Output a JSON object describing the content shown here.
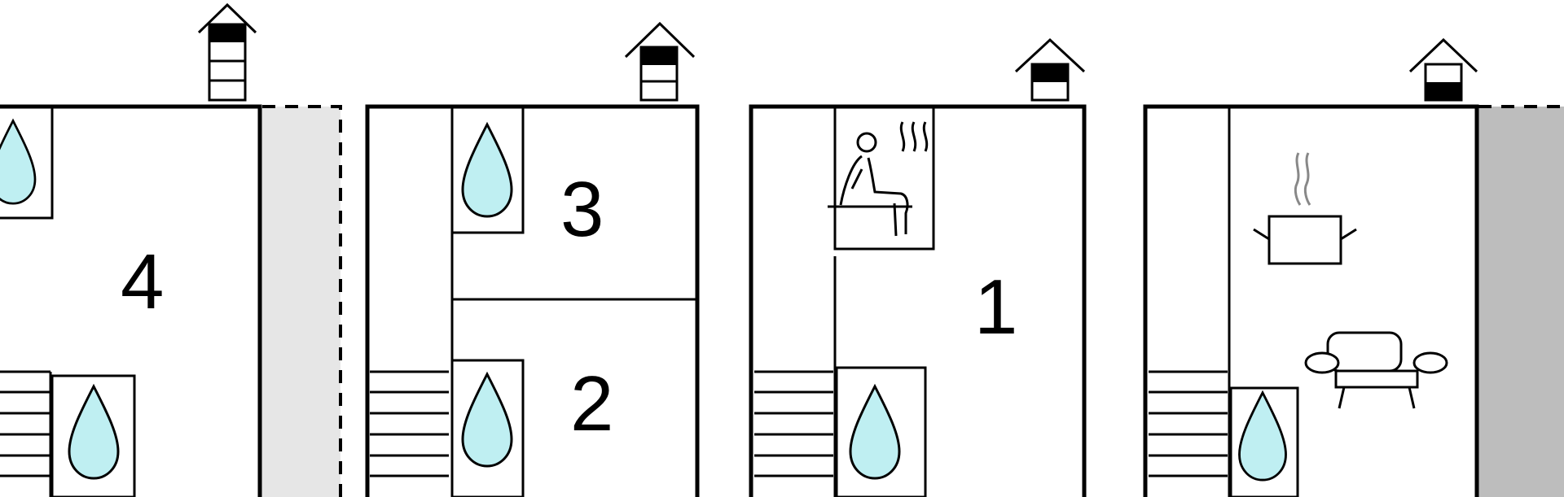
{
  "floors": [
    {
      "room_label": "4",
      "level_icon": "house-level-icon-top",
      "icons": [
        "water-drop-icon",
        "water-drop-icon",
        "stairs-icon"
      ]
    },
    {
      "room_labels": [
        "3",
        "2"
      ],
      "level_icon": "house-level-icon-upper",
      "icons": [
        "water-drop-icon",
        "water-drop-icon",
        "stairs-icon"
      ]
    },
    {
      "room_label": "1",
      "level_icon": "house-level-icon-middle",
      "icons": [
        "sauna-icon",
        "water-drop-icon",
        "stairs-icon"
      ]
    },
    {
      "level_icon": "house-level-icon-ground",
      "icons": [
        "cooking-pot-icon",
        "sofa-icon",
        "water-drop-icon",
        "stairs-icon"
      ]
    }
  ],
  "colors": {
    "water": "#bfeff2",
    "terrace_light": "#e6e6e6",
    "terrace_dark": "#bdbdbd",
    "wall": "#000000"
  }
}
